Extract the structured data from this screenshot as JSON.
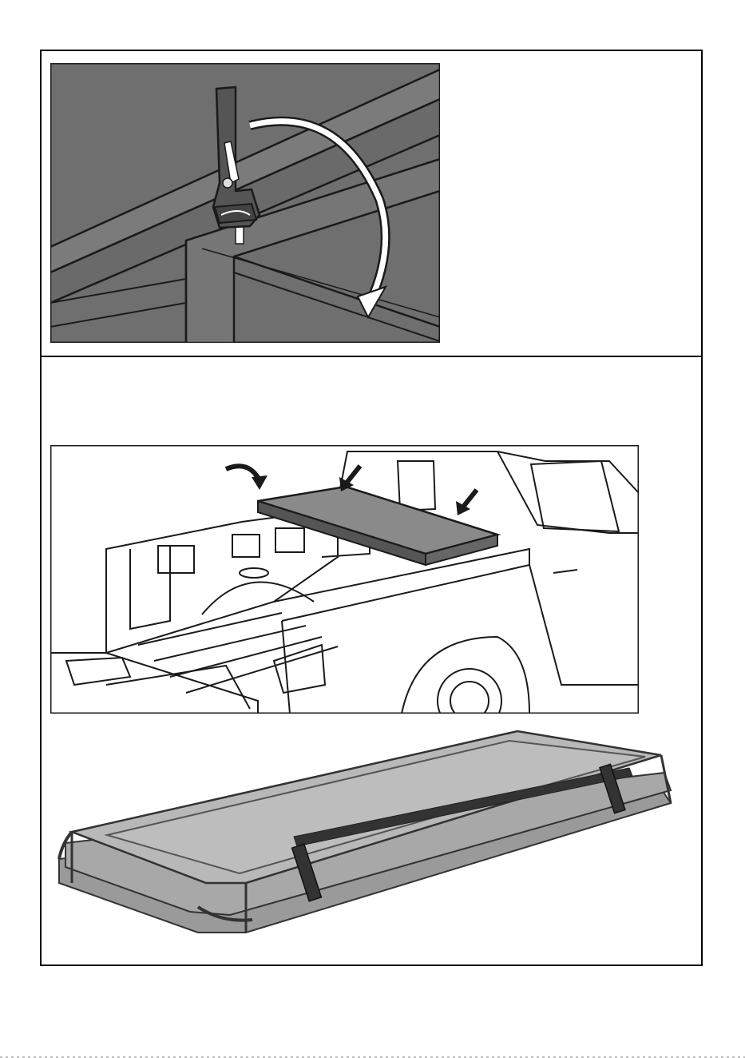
{
  "document": {
    "sections": [
      {
        "figure": {
          "name": "clamp-installation-illustration",
          "icon": "curved-arrow-icon",
          "colors": {
            "rail": "#6f6f6f",
            "outline": "#1a1a1a",
            "highlight": "#ffffff"
          }
        }
      },
      {
        "figures": [
          {
            "name": "truck-bed-with-folded-cover-illustration",
            "icons": [
              "curved-arrow-icon",
              "down-arrow-icon",
              "down-arrow-icon"
            ],
            "colors": {
              "line": "#1a1a1a",
              "cover": "#8a8a8a",
              "background": "#ffffff"
            }
          },
          {
            "name": "folded-tonneau-cover-illustration",
            "colors": {
              "panel": "#b8b8b8",
              "frame": "#555555",
              "strap": "#333333"
            }
          }
        ]
      }
    ]
  }
}
